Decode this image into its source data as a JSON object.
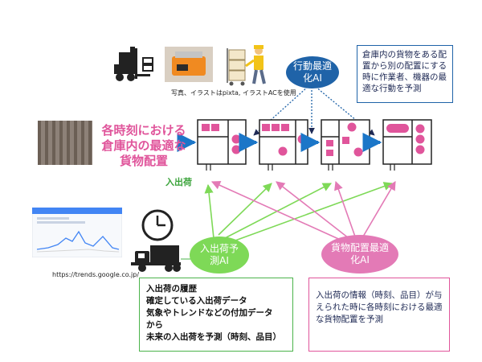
{
  "credits": {
    "photo_credit": "写真、イラストはpixta, イラストACを使用",
    "trends_url": "https://trends.google.co.jp/"
  },
  "left_title": {
    "line1": "各時刻における",
    "line2": "倉庫内の最適な",
    "line3": "貨物配置"
  },
  "nodes": {
    "action_ai": "行動最適化AI",
    "inout_ai": "入出荷予測AI",
    "placement_ai": "貨物配置最適化AI"
  },
  "labels": {
    "inout": "入出荷"
  },
  "info_boxes": {
    "action_desc": "倉庫内の貨物をある配置から別の配置にする時に作業者、機器の最適な行動を予測",
    "inout_desc_lines": [
      "入出荷の履歴",
      "確定している入出荷データ",
      "気象やトレンドなどの付加データ",
      "から",
      "未来の入出荷を予測（時刻、品目）"
    ],
    "placement_desc": "入出荷の情報（時刻、品目）が与えられた時に各時刻における最適な貨物配置を予測"
  },
  "colors": {
    "blue": "#1f63a8",
    "arrow_blue": "#1b76c8",
    "pink": "#e0559b",
    "green": "#7ed957",
    "dark": "#1f2a55"
  },
  "icons": [
    "forklift-icon",
    "robot-photo",
    "worker-icon",
    "warehouse-photo",
    "trends-screenshot",
    "clock-icon",
    "truck-icon"
  ]
}
